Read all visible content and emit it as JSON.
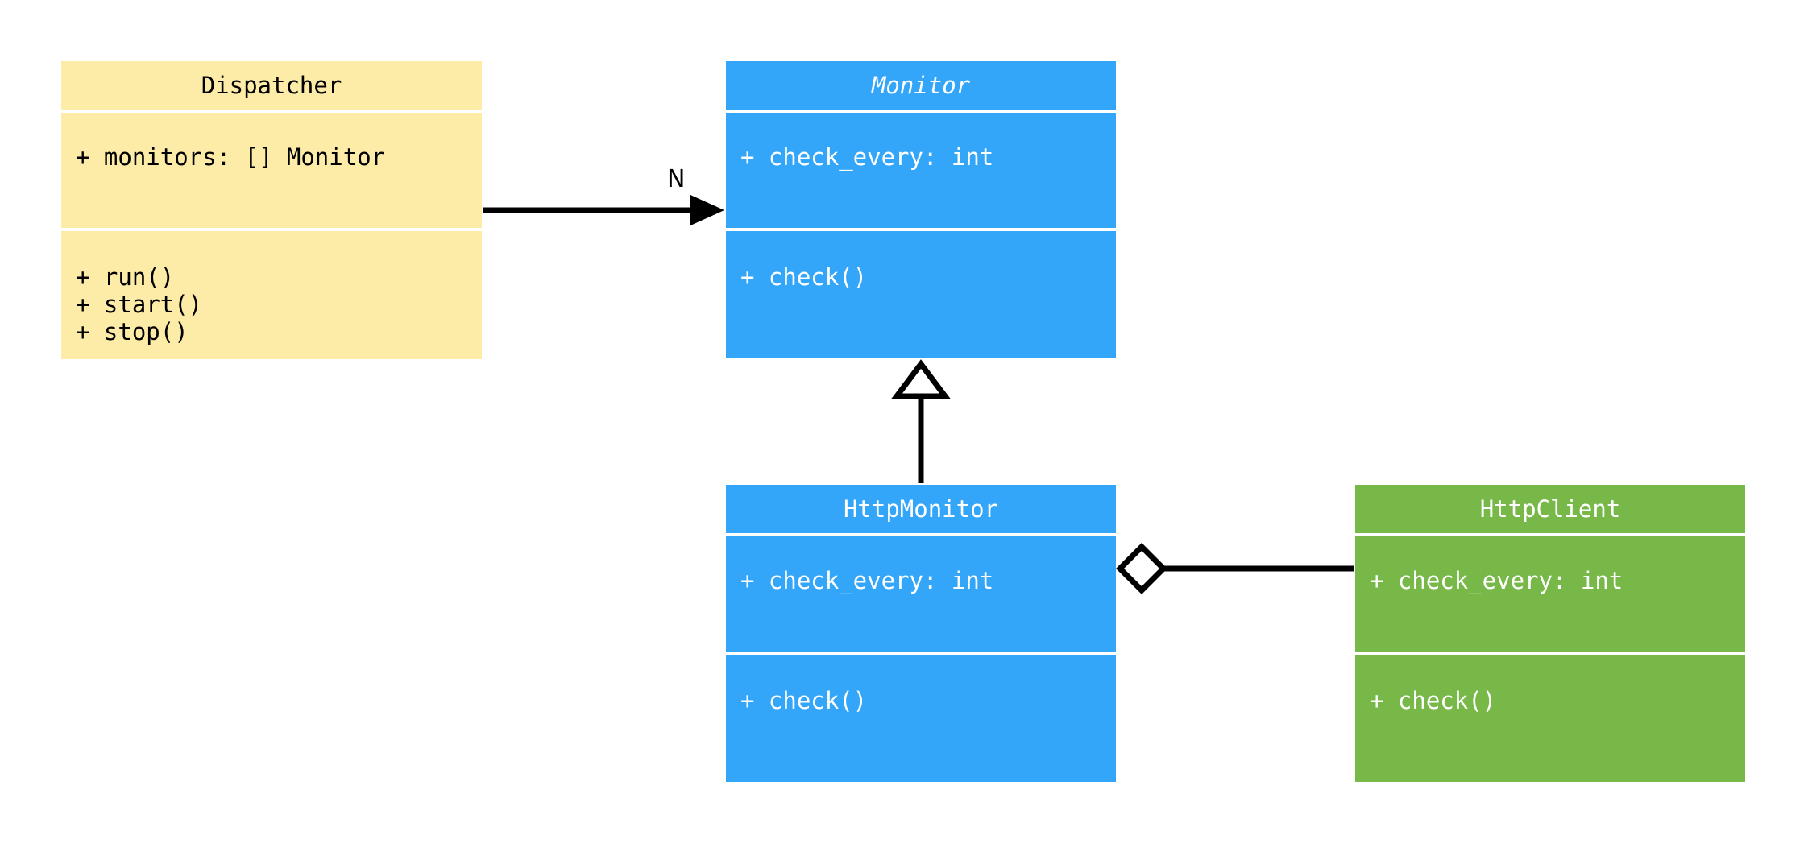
{
  "diagram": {
    "type": "uml-class-diagram",
    "background": "#ffffff",
    "colors": {
      "dispatcher_fill": "#fdeca8",
      "monitor_fill": "#33a6fa",
      "httpmonitor_fill": "#33a6fa",
      "httpclient_fill": "#78b848",
      "line": "#000000",
      "dark_text": "#000000",
      "light_text": "#ffffff"
    },
    "classes": [
      {
        "id": "dispatcher",
        "name": "Dispatcher",
        "abstract": false,
        "attributes": "+ monitors: [] Monitor",
        "methods": "+ run()\n+ start()\n+ stop()"
      },
      {
        "id": "monitor",
        "name": "Monitor",
        "abstract": true,
        "attributes": "+ check_every: int",
        "methods": "+ check()"
      },
      {
        "id": "httpmonitor",
        "name": "HttpMonitor",
        "abstract": false,
        "attributes": "+ check_every: int",
        "methods": "+ check()"
      },
      {
        "id": "httpclient",
        "name": "HttpClient",
        "abstract": false,
        "attributes": "+ check_every: int",
        "methods": "+ check()"
      }
    ],
    "relationships": [
      {
        "id": "dispatcher-monitor",
        "kind": "association",
        "from": "Dispatcher",
        "to": "Monitor",
        "label": "N",
        "arrow": "solid-filled-arrowhead"
      },
      {
        "id": "httpmonitor-monitor",
        "kind": "generalization",
        "from": "HttpMonitor",
        "to": "Monitor",
        "label": "",
        "arrow": "hollow-triangle"
      },
      {
        "id": "httpclient-httpmonitor",
        "kind": "aggregation",
        "from": "HttpClient",
        "to": "HttpMonitor",
        "label": "",
        "arrow": "hollow-diamond"
      }
    ]
  }
}
